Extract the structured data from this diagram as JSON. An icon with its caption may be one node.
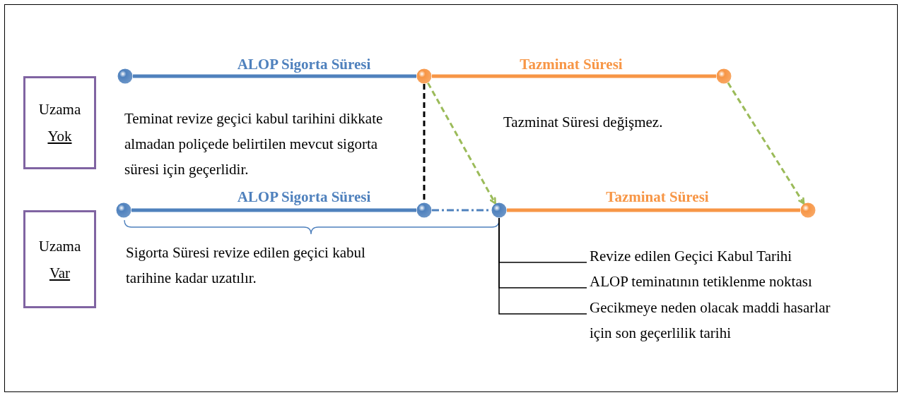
{
  "diagram": {
    "nodes": [
      {
        "text": [
          "Uzama",
          "Yok"
        ]
      },
      {
        "text": [
          "Uzama",
          "Var"
        ]
      },
      {
        "text": [],
        "shape": "circle"
      },
      {
        "text": [],
        "shape": "circle"
      },
      {
        "text": [],
        "shape": "circle"
      },
      {
        "text": [],
        "shape": "circle"
      },
      {
        "text": [],
        "shape": "circle"
      },
      {
        "text": [],
        "shape": "circle"
      },
      {
        "text": [],
        "shape": "circle"
      },
      {
        "text": [
          "Revize edilen Geçici Kabul Tarihi"
        ]
      },
      {
        "text": [
          "ALOP teminatının tetiklenme noktası"
        ]
      },
      {
        "text": [
          "Gecikmeye neden olacak maddi hasarlar için son geçerlilik tarihi"
        ]
      }
    ],
    "edges": [
      {
        "from": 2,
        "to": 3,
        "arrow": "none",
        "label": "ALOP Sigorta Süresi",
        "color": "#4f81bd"
      },
      {
        "from": 3,
        "to": 4,
        "arrow": "none",
        "label": "Tazminat Süresi",
        "color": "#f79646"
      },
      {
        "from": 3,
        "to": 6,
        "arrow": "none",
        "style": "dashed",
        "color": "#000000"
      },
      {
        "from": 3,
        "to": 7,
        "arrow": "to",
        "style": "dashed",
        "color": "#9bbb59"
      },
      {
        "from": 4,
        "to": 8,
        "arrow": "to",
        "style": "dashed",
        "color": "#9bbb59"
      },
      {
        "from": 5,
        "to": 6,
        "arrow": "none",
        "label": "ALOP Sigorta Süresi",
        "color": "#4f81bd"
      },
      {
        "from": 6,
        "to": 7,
        "arrow": "none",
        "style": "dashed",
        "color": "#4f81bd"
      },
      {
        "from": 7,
        "to": 8,
        "arrow": "none",
        "label": "Tazminat Süresi",
        "color": "#f79646"
      },
      {
        "from": 9,
        "to": 7,
        "arrow": "none",
        "color": "#000000"
      },
      {
        "from": 10,
        "to": 7,
        "arrow": "none",
        "color": "#000000"
      },
      {
        "from": 11,
        "to": 7,
        "arrow": "none",
        "color": "#000000"
      }
    ],
    "labels": [
      "Teminat revize geçici kabul tarihini dikkate  almadan poliçede belirtilen mevcut sigorta süresi için geçerlidir.",
      "Tazminat Süresi değişmez.",
      "Sigorta Süresi revize edilen geçici kabul tarihine kadar uzatılır."
    ]
  }
}
